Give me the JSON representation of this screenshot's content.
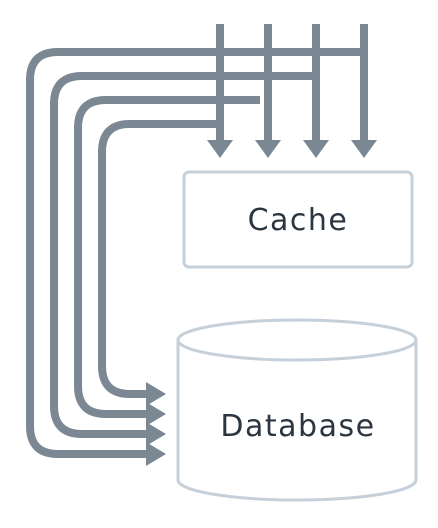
{
  "colors": {
    "arrow": "#7b8793",
    "node_border": "#c5d0da",
    "node_fill": "#ffffff",
    "label": "#2b3640"
  },
  "nodes": {
    "cache": {
      "label": "Cache",
      "shape": "rectangle"
    },
    "database": {
      "label": "Database",
      "shape": "cylinder"
    }
  },
  "edges": [
    {
      "from": "top",
      "to": "cache",
      "count": 4
    },
    {
      "from": "top",
      "to": "database",
      "count": 4
    }
  ]
}
